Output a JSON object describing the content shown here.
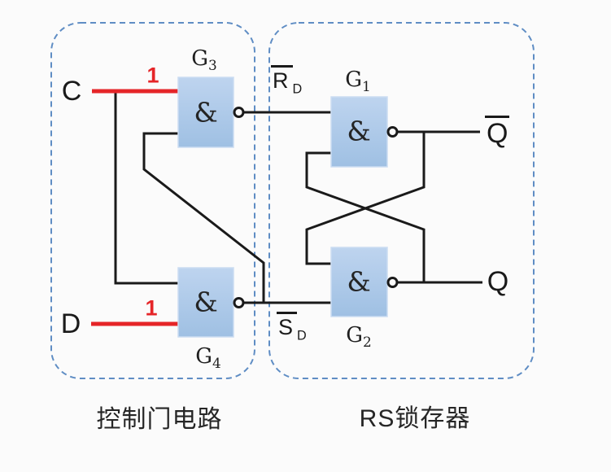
{
  "diagram_title": "gated-d-latch-logic-diagram",
  "groups": {
    "control": {
      "caption": "控制门电路"
    },
    "latch": {
      "caption": "RS锁存器"
    }
  },
  "inputs": {
    "c": {
      "label": "C",
      "value": "1"
    },
    "d": {
      "label": "D",
      "value": "1"
    }
  },
  "gates": {
    "g1": {
      "name_base": "G",
      "name_sub": "1",
      "symbol": "&"
    },
    "g2": {
      "name_base": "G",
      "name_sub": "2",
      "symbol": "&"
    },
    "g3": {
      "name_base": "G",
      "name_sub": "3",
      "symbol": "&"
    },
    "g4": {
      "name_base": "G",
      "name_sub": "4",
      "symbol": "&"
    }
  },
  "signals": {
    "rd": {
      "base": "R",
      "sub": "D",
      "overline": true
    },
    "sd": {
      "base": "S",
      "sub": "D",
      "overline": true
    }
  },
  "outputs": {
    "q_bar": {
      "base": "Q",
      "overline": true
    },
    "q": {
      "base": "Q",
      "overline": false
    }
  },
  "colors": {
    "wire": "#1a1a1a",
    "active_signal_red": "#e52528",
    "group_outline_blue": "#5f8dc4",
    "gate_fill_top": "#bed4ef",
    "gate_fill_bottom": "#9fc0e3",
    "background": "#fbfbfb"
  }
}
